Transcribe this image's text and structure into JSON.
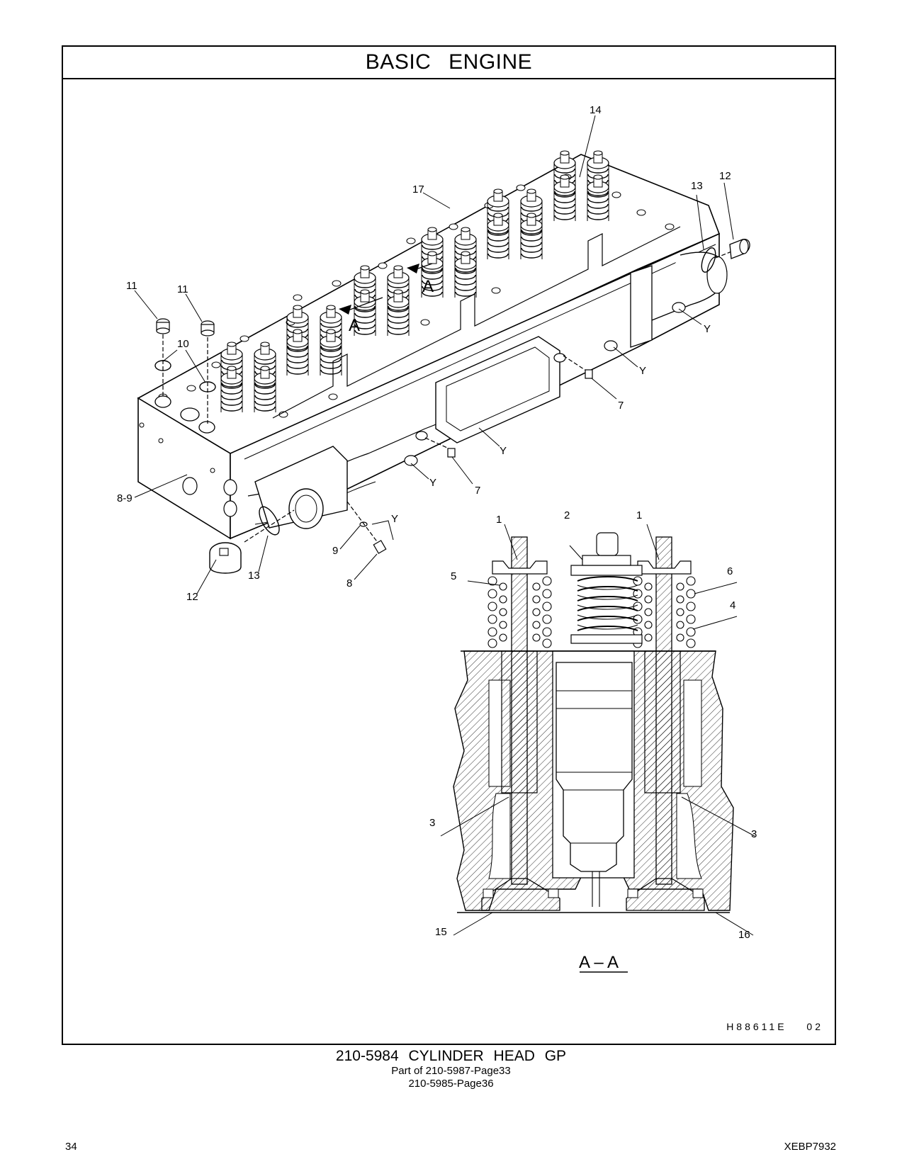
{
  "header": {
    "title": "BASIC   ENGINE"
  },
  "figure": {
    "drawing_code": "H88611E   02",
    "section_label": "A – A",
    "callouts": {
      "c1a": "1",
      "c1b": "1",
      "c2": "2",
      "c3a": "3",
      "c3b": "3",
      "c4": "4",
      "c5": "5",
      "c6": "6",
      "c7a": "7",
      "c7b": "7",
      "c8": "8",
      "c89": "8-9",
      "c9": "9",
      "c10": "10",
      "c11a": "11",
      "c11b": "11",
      "c12a": "12",
      "c12b": "12",
      "c13a": "13",
      "c13b": "13",
      "c14": "14",
      "c15": "15",
      "c16": "16",
      "c17": "17",
      "secA1": "A",
      "secA2": "A",
      "y1": "Y",
      "y2": "Y",
      "y3": "Y",
      "y4": "Y",
      "y5": "Y"
    }
  },
  "caption": {
    "title": "210-5984   CYLINDER  HEAD  GP",
    "line1": "Part of 210-5987-Page33",
    "line2": "210-5985-Page36"
  },
  "footer": {
    "page_number": "34",
    "doc_code": "XEBP7932"
  }
}
